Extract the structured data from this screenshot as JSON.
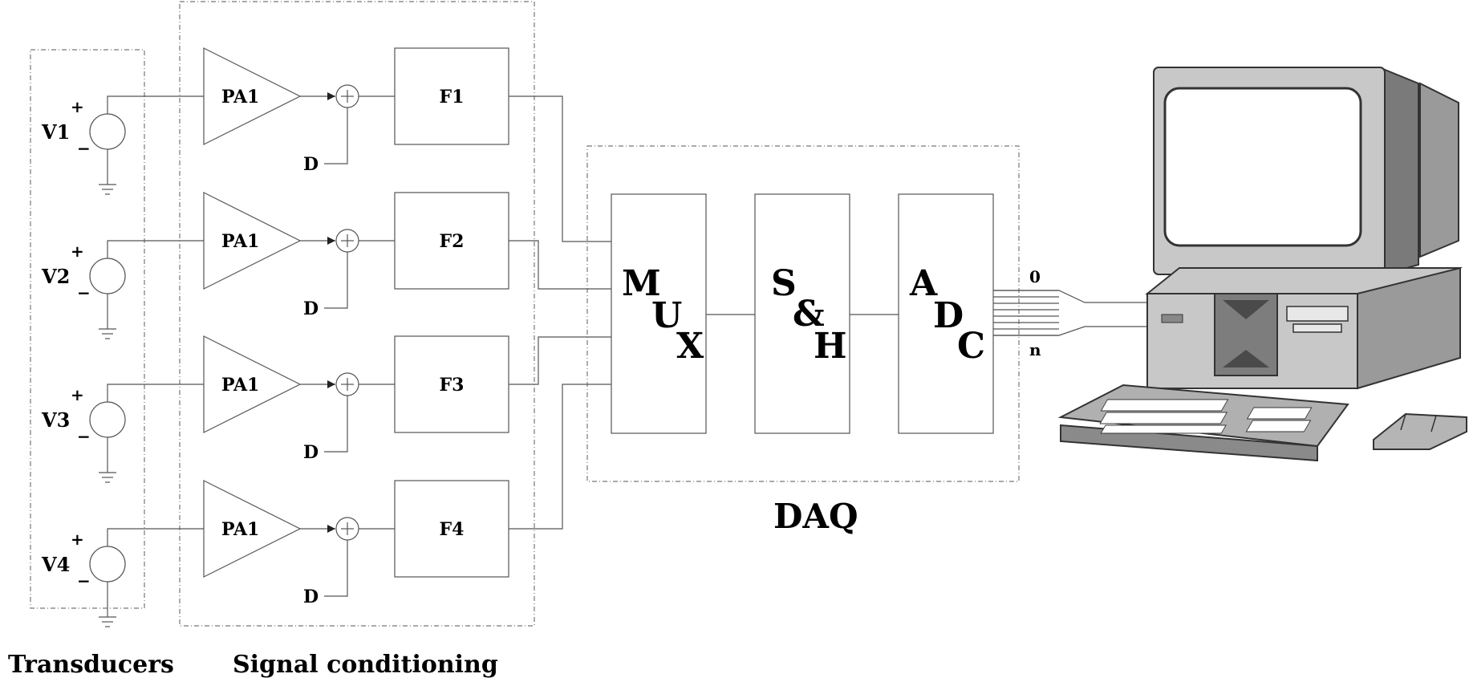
{
  "groups": {
    "transducers": "Transducers",
    "signal_conditioning": "Signal conditioning",
    "daq": "DAQ"
  },
  "channels": [
    {
      "source": "V1",
      "plus": "+",
      "minus": "−",
      "amp": "PA1",
      "offset": "D",
      "filter": "F1"
    },
    {
      "source": "V2",
      "plus": "+",
      "minus": "−",
      "amp": "PA1",
      "offset": "D",
      "filter": "F2"
    },
    {
      "source": "V3",
      "plus": "+",
      "minus": "−",
      "amp": "PA1",
      "offset": "D",
      "filter": "F3"
    },
    {
      "source": "V4",
      "plus": "+",
      "minus": "−",
      "amp": "PA1",
      "offset": "D",
      "filter": "F4"
    }
  ],
  "mux": {
    "l1": "M",
    "l2": "U",
    "l3": "X"
  },
  "sh": {
    "l1": "S",
    "l2": "&",
    "l3": "H"
  },
  "adc": {
    "l1": "A",
    "l2": "D",
    "l3": "C"
  },
  "bus": {
    "first": "0",
    "last": "n"
  },
  "colors": {
    "wire": "#555555",
    "monitor_body": "#c8c8c8",
    "monitor_screen": "#ffffff",
    "keyboard": "#b0b0b0"
  },
  "icons": {
    "computer": "desktop-computer-icon"
  }
}
